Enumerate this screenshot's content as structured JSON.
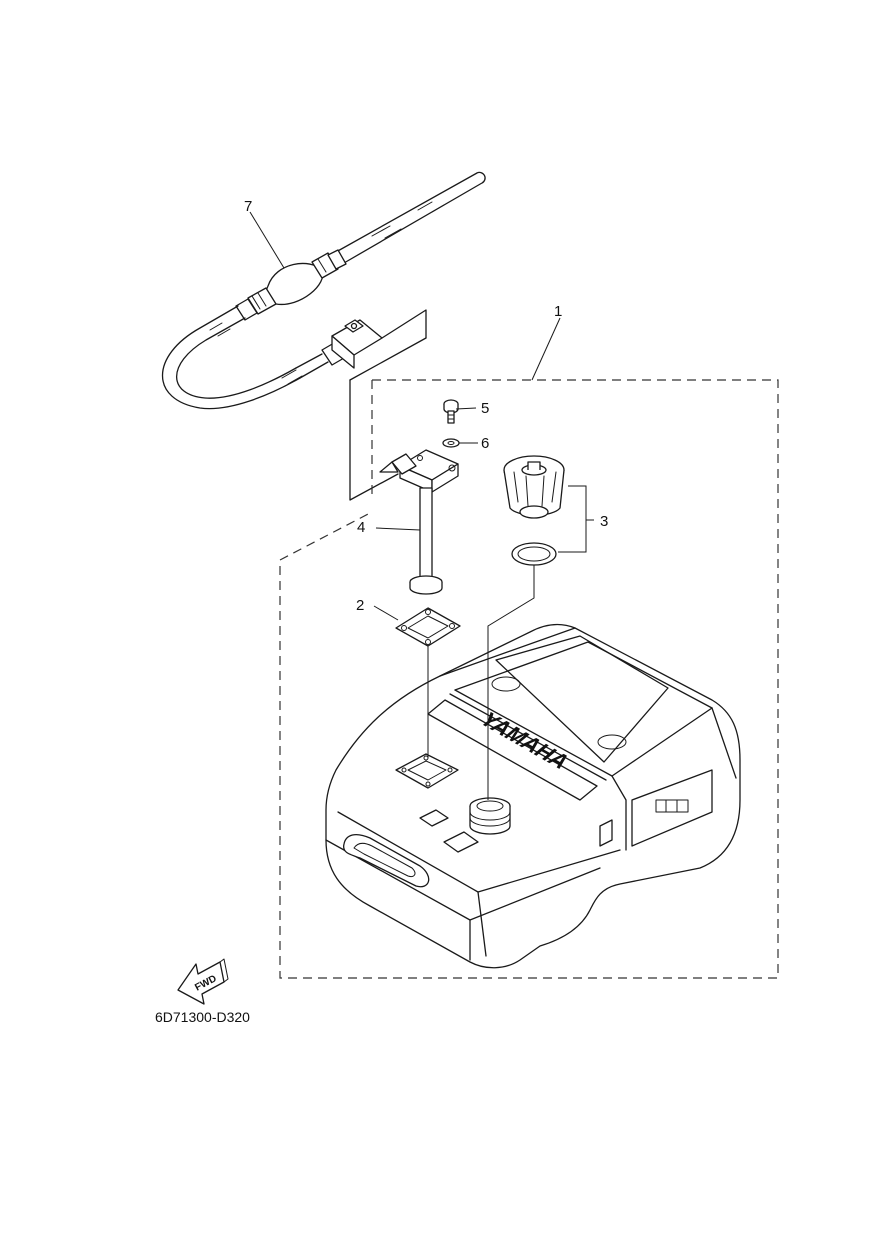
{
  "diagram": {
    "callouts": [
      "1",
      "2",
      "3",
      "4",
      "5",
      "6",
      "7"
    ],
    "fwd_label": "FWD",
    "tank_brand": "YAMAHA",
    "drawing_code": "6D71300-D320"
  }
}
